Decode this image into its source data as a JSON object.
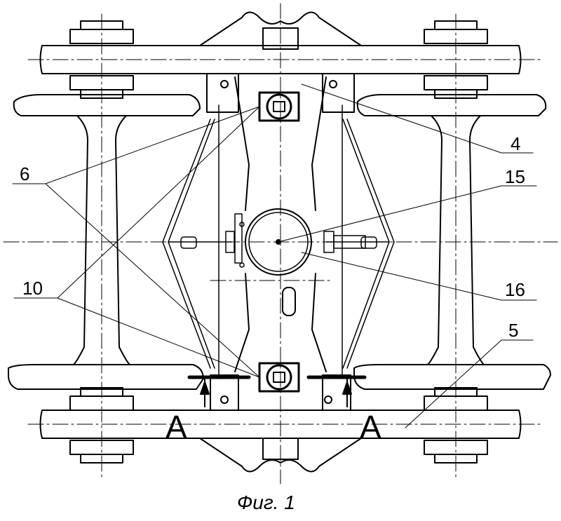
{
  "figure": {
    "caption": "Фиг. 1",
    "callouts": [
      "4",
      "15",
      "16",
      "5",
      "6",
      "10"
    ],
    "section_marks": [
      "А",
      "А"
    ]
  }
}
